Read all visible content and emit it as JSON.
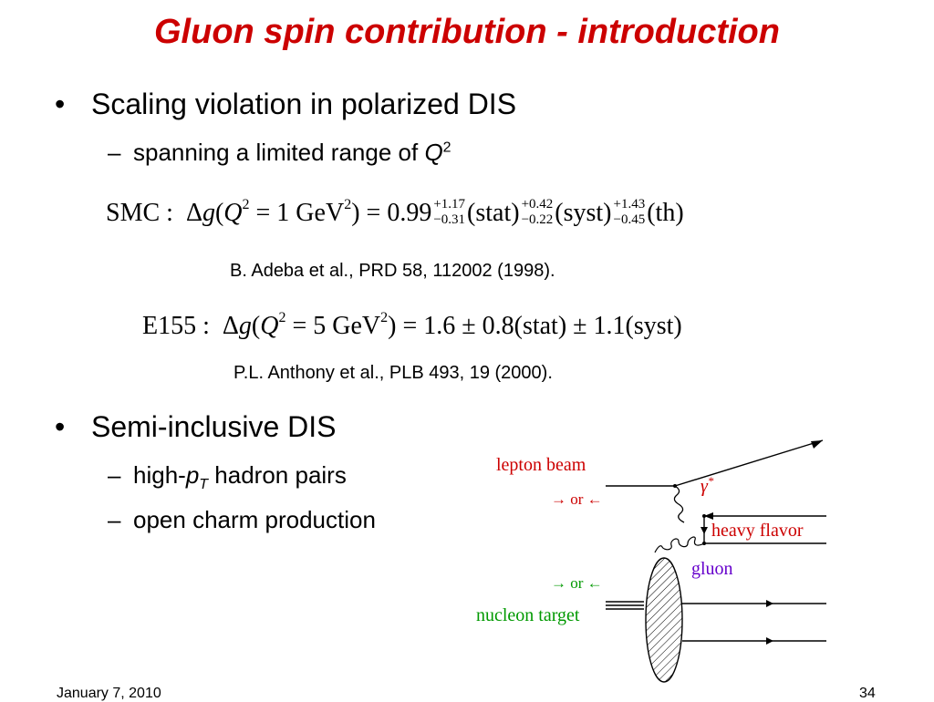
{
  "title": "Gluon spin contribution - introduction",
  "bullets": {
    "b1": "Scaling violation in polarized DIS",
    "b1_sub1_text": "spanning  a limited range of ",
    "b1_sub1_var": "Q",
    "b1_sub1_sup": "2",
    "b2": "Semi-inclusive DIS",
    "b2_sub1_pre": "high-",
    "b2_sub1_var": "p",
    "b2_sub1_subscript": "T",
    "b2_sub1_post": " hadron pairs",
    "b2_sub2": "open charm production",
    "bullet_glyph": "•",
    "dash_glyph": "–"
  },
  "equations": {
    "smc": {
      "prefix": "SMC :",
      "lhs_delta": "Δ",
      "lhs_g": "g",
      "lhs_open": "(",
      "lhs_Q": "Q",
      "lhs_exp": "2",
      "lhs_mid": " = 1 GeV",
      "lhs_exp2": "2",
      "lhs_close": ")",
      "eq_sign": " = ",
      "value": "0.99",
      "stat_up": "+1.17",
      "stat_down": "−0.31",
      "stat_label": "(stat)",
      "syst_up": "+0.42",
      "syst_down": "−0.22",
      "syst_label": "(syst)",
      "th_up": "+1.43",
      "th_down": "−0.45",
      "th_label": "(th)"
    },
    "smc_ref": "B. Adeba et al., PRD 58, 112002 (1998).",
    "e155": {
      "prefix": "E155 :",
      "lhs_delta": "Δ",
      "lhs_g": "g",
      "lhs_open": "(",
      "lhs_Q": "Q",
      "lhs_exp": "2",
      "lhs_mid": " = 5 GeV",
      "lhs_exp2": "2",
      "lhs_close": ")",
      "rhs": " = 1.6 ± 0.8(stat) ± 1.1(syst)"
    },
    "e155_ref": "P.L. Anthony et al., PLB 493, 19 (2000)."
  },
  "diagram": {
    "lepton_beam": "lepton beam",
    "arrows_top": "→ or ←",
    "photon": "γ",
    "photon_sup": "*",
    "heavy_flavor": "heavy flavor",
    "gluon": "gluon",
    "arrows_bottom": "→ or ←",
    "nucleon_target": "nucleon target",
    "colors": {
      "label_red": "#cc0000",
      "label_green": "#009900",
      "label_purple": "#6600cc"
    }
  },
  "footer": {
    "date": "January 7, 2010",
    "page": "34"
  }
}
